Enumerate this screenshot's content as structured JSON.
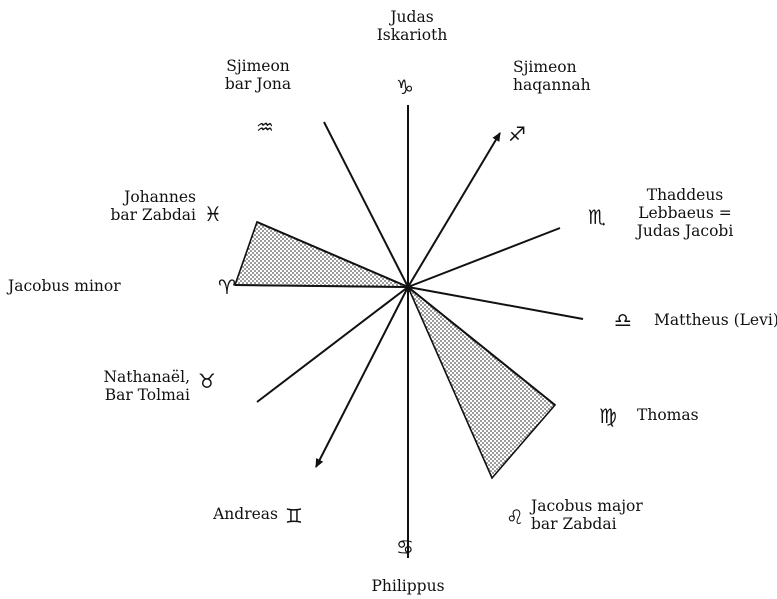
{
  "apostles": [
    {
      "id": "judas-iskarioth",
      "lines": [
        "Judas",
        "Iskarioth"
      ],
      "sign": "♑"
    },
    {
      "id": "sjimeon-haqannah",
      "lines": [
        "Sjimeon",
        "haqannah"
      ],
      "sign": "♐"
    },
    {
      "id": "thaddeus",
      "lines": [
        "Thaddeus",
        "Lebbaeus =",
        "Judas Jacobi"
      ],
      "sign": "♏"
    },
    {
      "id": "mattheus",
      "lines": [
        "Mattheus (Levi)"
      ],
      "sign": "♎"
    },
    {
      "id": "thomas",
      "lines": [
        "Thomas"
      ],
      "sign": "♍"
    },
    {
      "id": "jacobus-major",
      "lines": [
        "Jacobus major",
        "bar Zabdai"
      ],
      "sign": "♌"
    },
    {
      "id": "philippus",
      "lines": [
        "Philippus"
      ],
      "sign": "♋"
    },
    {
      "id": "andreas",
      "lines": [
        "Andreas"
      ],
      "sign": "♊"
    },
    {
      "id": "nathanael",
      "lines": [
        "Nathanaël,",
        "Bar Tolmai"
      ],
      "sign": "♉"
    },
    {
      "id": "jacobus-minor",
      "lines": [
        "Jacobus minor"
      ],
      "sign": "♈"
    },
    {
      "id": "johannes",
      "lines": [
        "Johannes",
        "bar Zabdai"
      ],
      "sign": "♓"
    },
    {
      "id": "sjimeon-bar-jona",
      "lines": [
        "Sjimeon",
        "bar Jona"
      ],
      "sign": "♒"
    }
  ]
}
